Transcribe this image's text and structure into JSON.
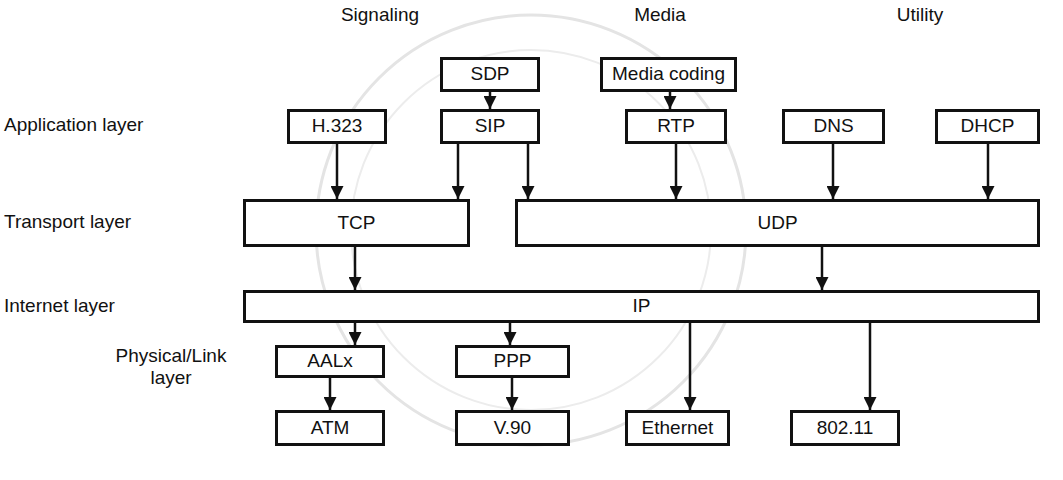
{
  "diagram": {
    "nodes": [
      {
        "text": [
          "SDP"
        ]
      },
      {
        "text": [
          "Media coding"
        ]
      },
      {
        "text": [
          "H.323"
        ]
      },
      {
        "text": [
          "SIP"
        ]
      },
      {
        "text": [
          "RTP"
        ]
      },
      {
        "text": [
          "DNS"
        ]
      },
      {
        "text": [
          "DHCP"
        ]
      },
      {
        "text": [
          "TCP"
        ]
      },
      {
        "text": [
          "UDP"
        ]
      },
      {
        "text": [
          "IP"
        ]
      },
      {
        "text": [
          "AALx"
        ]
      },
      {
        "text": [
          "PPP"
        ]
      },
      {
        "text": [
          "ATM"
        ]
      },
      {
        "text": [
          "V.90"
        ]
      },
      {
        "text": [
          "Ethernet"
        ]
      },
      {
        "text": [
          "802.11"
        ]
      }
    ],
    "edges": [
      {
        "from": 0,
        "to": 3,
        "arrow": "to"
      },
      {
        "from": 1,
        "to": 4,
        "arrow": "to"
      },
      {
        "from": 2,
        "to": 7,
        "arrow": "to"
      },
      {
        "from": 3,
        "to": 7,
        "arrow": "to"
      },
      {
        "from": 3,
        "to": 8,
        "arrow": "to"
      },
      {
        "from": 4,
        "to": 8,
        "arrow": "to"
      },
      {
        "from": 5,
        "to": 8,
        "arrow": "to"
      },
      {
        "from": 6,
        "to": 8,
        "arrow": "to"
      },
      {
        "from": 7,
        "to": 9,
        "arrow": "to"
      },
      {
        "from": 8,
        "to": 9,
        "arrow": "to"
      },
      {
        "from": 9,
        "to": 10,
        "arrow": "to"
      },
      {
        "from": 9,
        "to": 11,
        "arrow": "to"
      },
      {
        "from": 10,
        "to": 12,
        "arrow": "to"
      },
      {
        "from": 11,
        "to": 13,
        "arrow": "to"
      },
      {
        "from": 9,
        "to": 14,
        "arrow": "to"
      },
      {
        "from": 9,
        "to": 15,
        "arrow": "to"
      }
    ],
    "labels": [
      "Signaling",
      "Media",
      "Utility",
      "Application layer",
      "Transport layer",
      "Internet layer",
      "Physical/Link layer"
    ]
  }
}
